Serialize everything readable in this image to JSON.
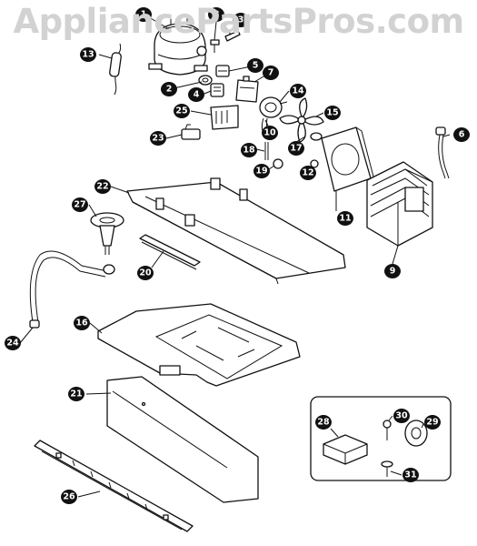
{
  "watermark": "AppliancePartsPros.com",
  "callouts": [
    {
      "id": "c1",
      "label": "1"
    },
    {
      "id": "c2",
      "label": "2"
    },
    {
      "id": "c3",
      "label": "3"
    },
    {
      "id": "c4",
      "label": "4"
    },
    {
      "id": "c5",
      "label": "5"
    },
    {
      "id": "c6",
      "label": "6"
    },
    {
      "id": "c7",
      "label": "7"
    },
    {
      "id": "c8",
      "label": "8"
    },
    {
      "id": "c9",
      "label": "9"
    },
    {
      "id": "c10",
      "label": "10"
    },
    {
      "id": "c11",
      "label": "11"
    },
    {
      "id": "c12",
      "label": "12"
    },
    {
      "id": "c13",
      "label": "13"
    },
    {
      "id": "c14",
      "label": "14"
    },
    {
      "id": "c15",
      "label": "15"
    },
    {
      "id": "c16",
      "label": "16"
    },
    {
      "id": "c17",
      "label": "17"
    },
    {
      "id": "c18",
      "label": "18"
    },
    {
      "id": "c19",
      "label": "19"
    },
    {
      "id": "c20",
      "label": "20"
    },
    {
      "id": "c21",
      "label": "21"
    },
    {
      "id": "c22",
      "label": "22"
    },
    {
      "id": "c23",
      "label": "23"
    },
    {
      "id": "c24",
      "label": "24"
    },
    {
      "id": "c25",
      "label": "25"
    },
    {
      "id": "c26",
      "label": "26"
    },
    {
      "id": "c27",
      "label": "27"
    },
    {
      "id": "c28",
      "label": "28"
    },
    {
      "id": "c29",
      "label": "29"
    },
    {
      "id": "c30",
      "label": "30"
    },
    {
      "id": "c31",
      "label": "31"
    }
  ]
}
